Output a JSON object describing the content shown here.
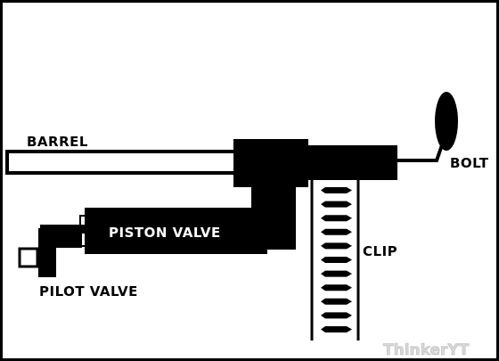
{
  "labels": {
    "barrel": "BARREL",
    "bolt": "BOLT",
    "piston_valve": "PISTON VALVE",
    "clip": "CLIP",
    "pilot_valve": "PILOT VALVE"
  },
  "watermark": "ThinkerYT",
  "colors": {
    "ink": "#000000",
    "paper": "#ffffff",
    "watermark": "#d8d8d8"
  },
  "clip": {
    "ammo_count": 11
  }
}
